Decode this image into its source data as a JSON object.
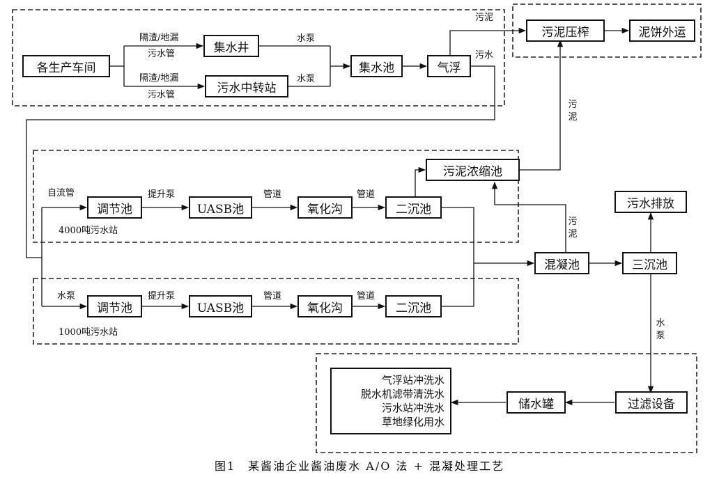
{
  "nodes": {
    "workshops": "各生产车间",
    "sump_well": "集水井",
    "transfer_station": "污水中转站",
    "collection_tank": "集水池",
    "air_flotation": "气浮",
    "sludge_press": "污泥压榨",
    "cake_out": "泥饼外运",
    "sludge_thickener": "污泥浓缩池",
    "reg_tank_a": "调节池",
    "uasb_a": "UASB池",
    "oxidation_ditch_a": "氧化沟",
    "secondary_clarifier_a": "二沉池",
    "reg_tank_b": "调节池",
    "uasb_b": "UASB池",
    "oxidation_ditch_b": "氧化沟",
    "secondary_clarifier_b": "二沉池",
    "coagulation_tank": "混凝池",
    "tertiary_clarifier": "三沉池",
    "discharge": "污水排放",
    "filter_equipment": "过滤设备",
    "storage_tank": "储水罐",
    "reuse_list": [
      "气浮站冲洗水",
      "脱水机滤带清洗水",
      "污水站冲洗水",
      "草地绿化用水"
    ]
  },
  "labels": {
    "grit_leak_upper": "隔渣/地漏",
    "sewer_pipe_upper": "污水管",
    "grit_leak_lower": "隔渣/地漏",
    "sewer_pipe_lower": "污水管",
    "pump_upper": "水泵",
    "pump_lower": "水泵",
    "sludge_top": "污泥",
    "sewage_right": "污水",
    "sludge_vertical_mid": "污泥",
    "sludge_vertical_coag": "污泥",
    "gravity_pipe": "自流管",
    "lift_pump_a": "提升泵",
    "pipe_a1": "管道",
    "pipe_a2": "管道",
    "station_4000": "4000吨污水站",
    "pump_b": "水泵",
    "lift_pump_b": "提升泵",
    "pipe_b1": "管道",
    "pipe_b2": "管道",
    "station_1000": "1000吨污水站",
    "pump_vertical": "水泵"
  },
  "caption": "图1　某酱油企业酱油废水 A/O 法 + 混凝处理工艺"
}
